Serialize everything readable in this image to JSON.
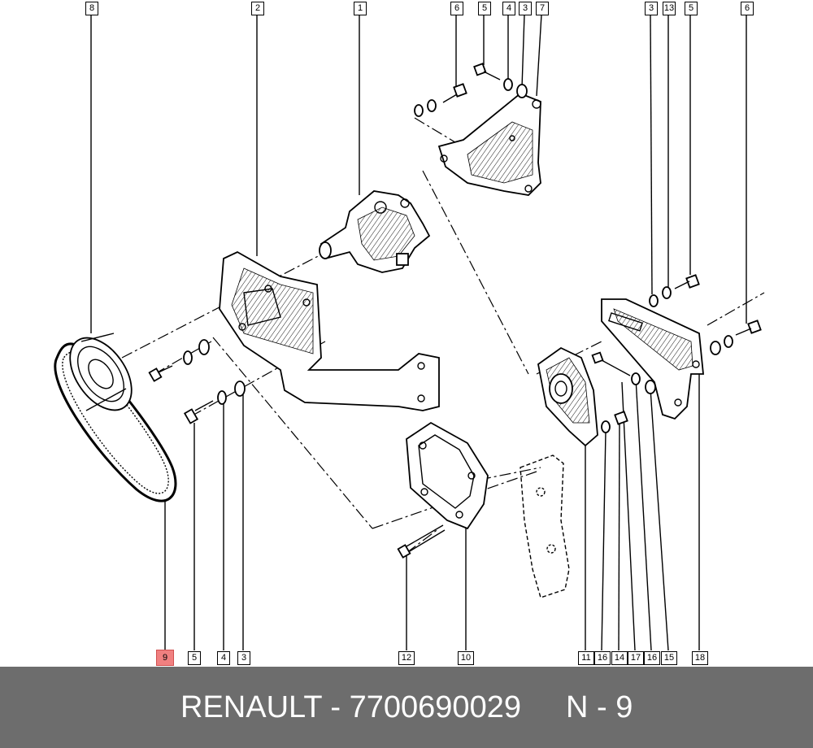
{
  "callouts_top": [
    "8",
    "2",
    "1",
    "6",
    "5",
    "4",
    "3",
    "7",
    "3",
    "13",
    "5",
    "6"
  ],
  "callouts_bottom": [
    "9",
    "5",
    "4",
    "3",
    "12",
    "10",
    "11",
    "16",
    "14",
    "17",
    "16",
    "15",
    "18"
  ],
  "highlight_callout": "9",
  "footer": {
    "part_text": "RENAULT - 7700690029",
    "ref_text": "N - 9"
  },
  "colors": {
    "footer_bg": "#6d6d6d",
    "highlight": "#f08080"
  }
}
